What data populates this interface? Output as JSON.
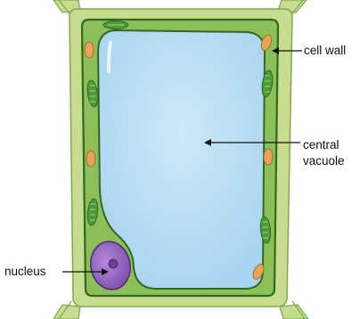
{
  "labels": {
    "cell_wall": "cell wall",
    "central_vacuole_line1": "central",
    "central_vacuole_line2": "vacuole",
    "nucleus": "nucleus"
  },
  "colors": {
    "cell_wall": "#c7dc8e",
    "cytoplasm": "#8cbf58",
    "membrane": "#2e6a22",
    "vacuole": "#bfe2f6",
    "chloroplast": "#4e9a3a",
    "mitochondrion": "#e8a55a",
    "nucleus": "#9b66c4",
    "nucleolus": "#6a3f92",
    "leader_line": "#111111"
  }
}
